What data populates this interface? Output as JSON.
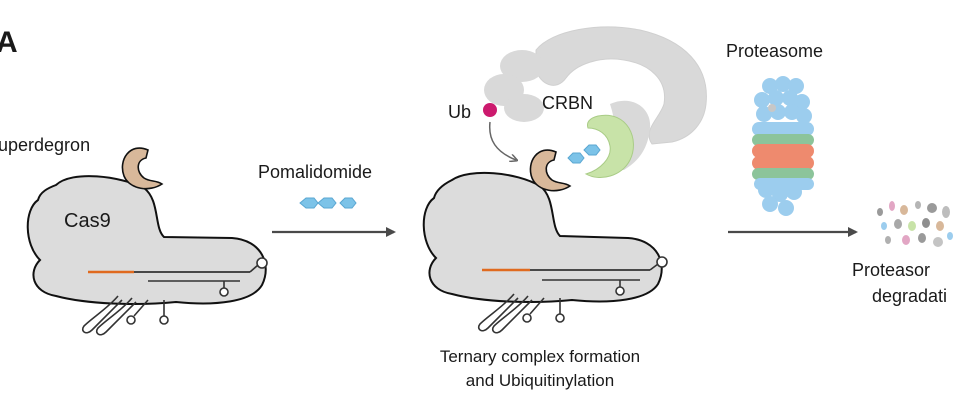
{
  "panel": {
    "letter": "A"
  },
  "step1": {
    "tag_label": "uperdegron",
    "body_label": "Cas9"
  },
  "arrow1": {
    "label": "Pomalidomide"
  },
  "step2": {
    "ub_label": "Ub",
    "crbn_label": "CRBN",
    "caption_line1": "Ternary complex formation",
    "caption_line2": "and Ubiquitinylation"
  },
  "arrow2": {
    "label": "Proteasome"
  },
  "step3": {
    "caption_line1": "Proteasor",
    "caption_line2": "degradati"
  },
  "colors": {
    "protein_fill": "#dcdcdc",
    "protein_stroke": "#111111",
    "degron": "#d8b89a",
    "drug": "#7cc3e8",
    "crbn": "#c8e3a8",
    "ub": "#cc1a6e",
    "dna_orange": "#e06a1f",
    "proteasome_blue": "#9ccdee",
    "proteasome_red": "#ee8a6e",
    "proteasome_green": "#8cc49a",
    "arrow": "#4a4a4a"
  }
}
